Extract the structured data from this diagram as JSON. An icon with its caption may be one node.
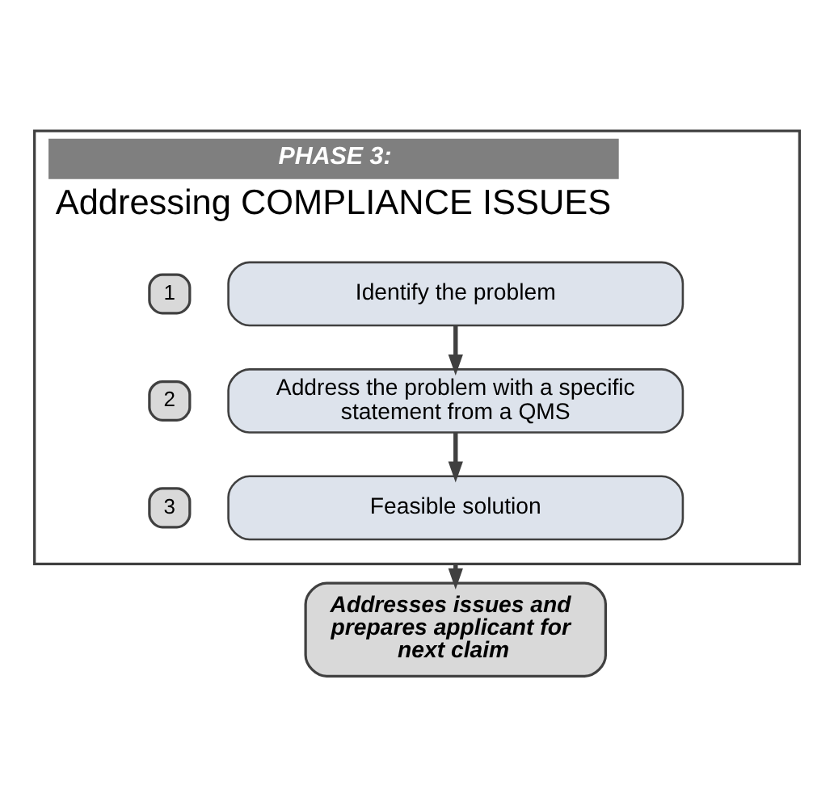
{
  "diagram": {
    "nodes": [
      {
        "text": [
          "PHASE 3:",
          "Addressing COMPLIANCE ISSUES"
        ]
      },
      {
        "text": [
          "1"
        ],
        "in": 0
      },
      {
        "text": [
          "Identify the problem"
        ],
        "in": 0
      },
      {
        "text": [
          "2"
        ],
        "in": 0
      },
      {
        "text": [
          "Address the problem with a specific statement from a QMS"
        ],
        "in": 0
      },
      {
        "text": [
          "3"
        ],
        "in": 0
      },
      {
        "text": [
          "Feasible solution"
        ],
        "in": 0
      },
      {
        "text": [
          "Addresses issues and prepares applicant for next claim"
        ]
      }
    ],
    "edges": [
      {
        "from": 2,
        "to": 4,
        "arrow": "to"
      },
      {
        "from": 4,
        "to": 6,
        "arrow": "to"
      },
      {
        "from": 0,
        "to": 7,
        "arrow": "to"
      }
    ]
  }
}
